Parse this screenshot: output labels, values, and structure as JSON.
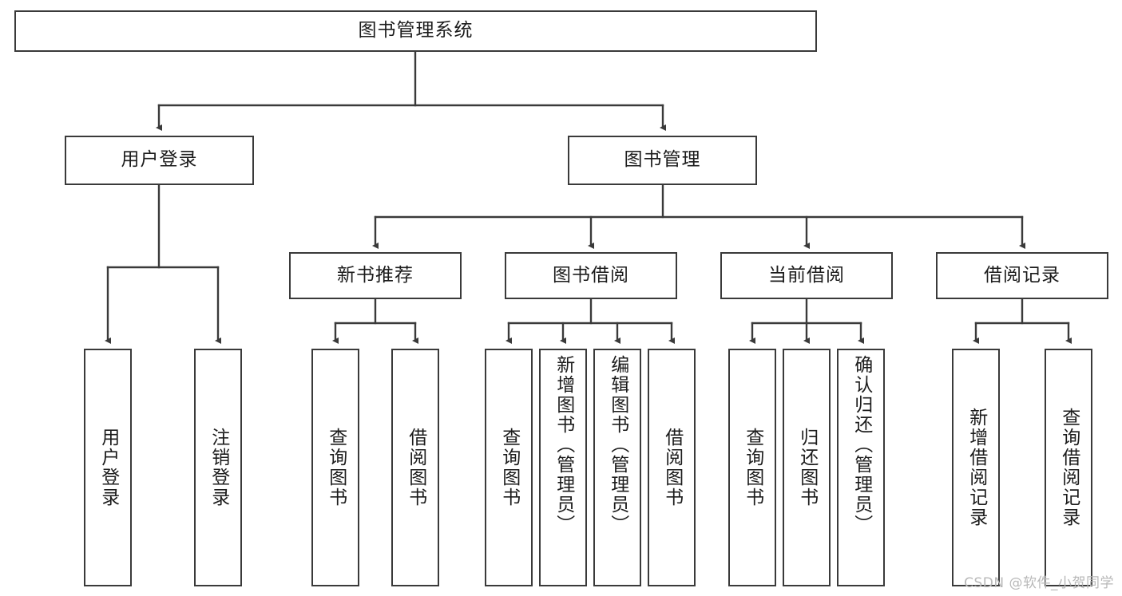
{
  "diagram": {
    "title": "图书管理系统",
    "type": "tree-hierarchy-diagram",
    "root": {
      "id": "root",
      "label": "图书管理系统"
    },
    "level2": [
      {
        "id": "user-login",
        "label": "用户登录"
      },
      {
        "id": "book-manage",
        "label": "图书管理"
      }
    ],
    "level3": [
      {
        "id": "new-book-recommend",
        "label": "新书推荐"
      },
      {
        "id": "book-borrow",
        "label": "图书借阅"
      },
      {
        "id": "current-borrow",
        "label": "当前借阅"
      },
      {
        "id": "borrow-record",
        "label": "借阅记录"
      }
    ],
    "leaves": {
      "user_login": [
        {
          "id": "leaf-user-login",
          "label": "用户登录"
        },
        {
          "id": "leaf-logout-login",
          "label": "注销登录"
        }
      ],
      "new_book_recommend": [
        {
          "id": "leaf-query-book-1",
          "label": "查询图书"
        },
        {
          "id": "leaf-borrow-book-1",
          "label": "借阅图书"
        }
      ],
      "book_borrow": [
        {
          "id": "leaf-query-book-2",
          "label": "查询图书"
        },
        {
          "id": "leaf-add-book",
          "label": "新增图书（管理员）"
        },
        {
          "id": "leaf-edit-book",
          "label": "编辑图书（管理员）"
        },
        {
          "id": "leaf-borrow-book-2",
          "label": "借阅图书"
        }
      ],
      "current_borrow": [
        {
          "id": "leaf-query-book-3",
          "label": "查询图书"
        },
        {
          "id": "leaf-return-book",
          "label": "归还图书"
        },
        {
          "id": "leaf-confirm-return",
          "label": "确认归还（管理员）"
        }
      ],
      "borrow_record": [
        {
          "id": "leaf-add-record",
          "label": "新增借阅记录"
        },
        {
          "id": "leaf-query-record",
          "label": "查询借阅记录"
        }
      ]
    }
  },
  "watermark": {
    "text": "CSDN @软件_小贺同学"
  },
  "colors": {
    "border": "#3a3a3a",
    "connector": "#3a3a3a",
    "text": "#1c1c1c",
    "background": "#ffffff",
    "watermark": "#b8b8b8"
  }
}
